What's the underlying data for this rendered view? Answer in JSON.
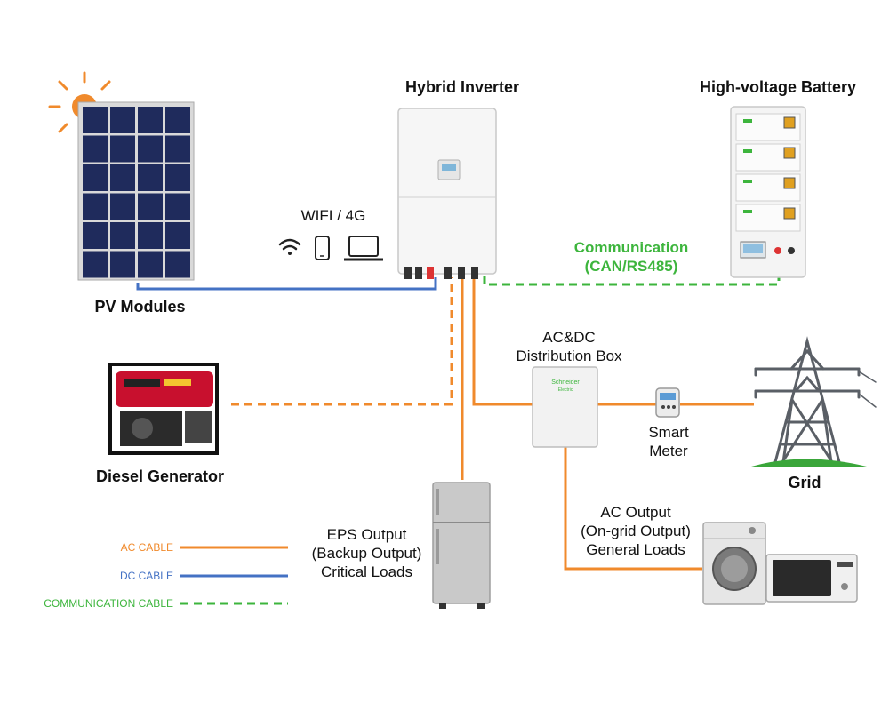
{
  "labels": {
    "pv_modules": "PV Modules",
    "hybrid_inverter": "Hybrid Inverter",
    "battery": "High-voltage Battery",
    "wifi": "WIFI / 4G",
    "communication_line1": "Communication",
    "communication_line2": "(CAN/RS485)",
    "diesel_generator": "Diesel Generator",
    "distribution_box_line1": "AC&DC",
    "distribution_box_line2": "Distribution Box",
    "smart_meter_line1": "Smart",
    "smart_meter_line2": "Meter",
    "grid": "Grid",
    "eps_line1": "EPS Output",
    "eps_line2": "(Backup Output)",
    "eps_line3": "Critical Loads",
    "ac_output_line1": "AC Output",
    "ac_output_line2": "(On-grid Output)",
    "ac_output_line3": "General Loads"
  },
  "legend": {
    "ac_cable": "AC CABLE",
    "dc_cable": "DC CABLE",
    "comm_cable": "COMMUNICATION CABLE"
  },
  "colors": {
    "ac": "#f08a2c",
    "dc": "#4472c4",
    "comm": "#3db53d"
  }
}
